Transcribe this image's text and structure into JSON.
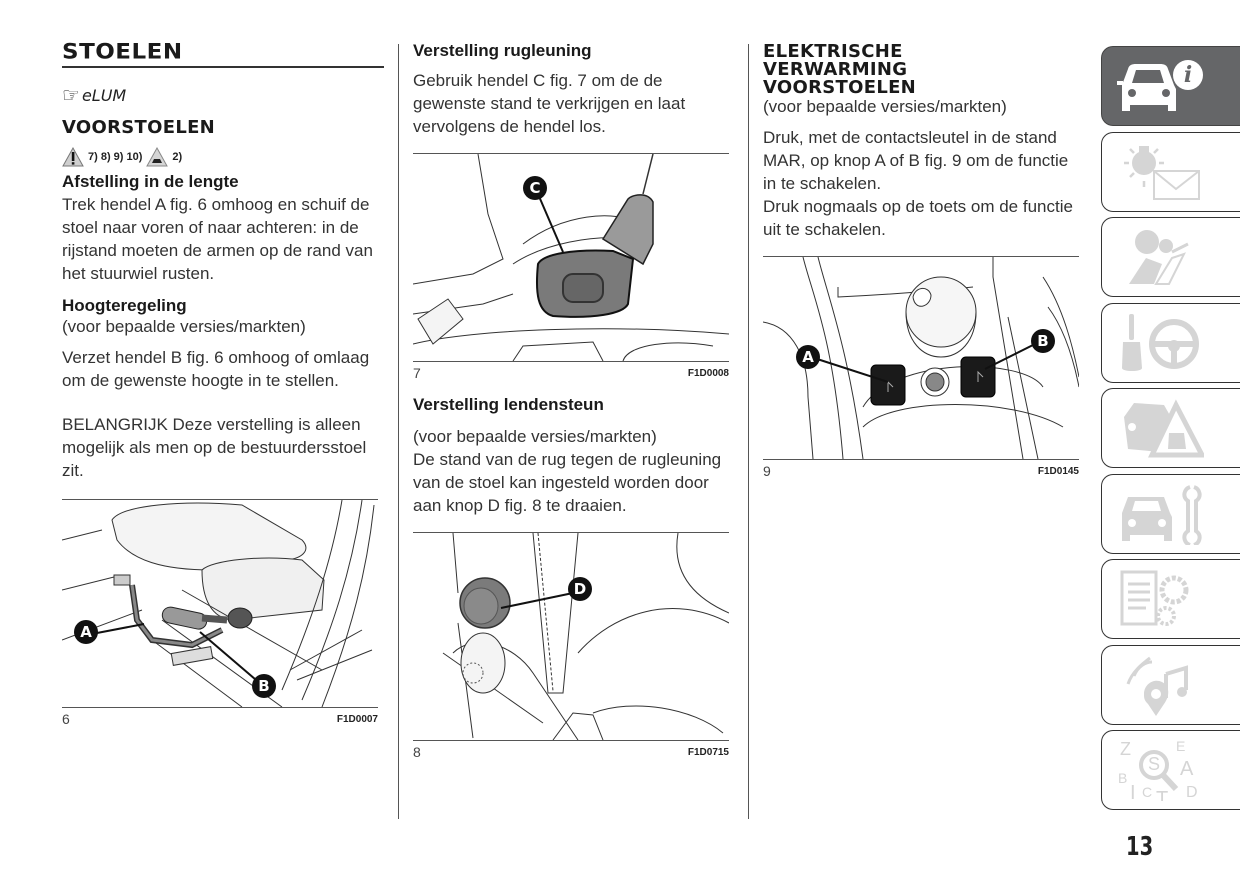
{
  "page_number": "13",
  "column1": {
    "title": "STOELEN",
    "note_glyph": "☞eLUM",
    "section_title": "VOORSTOELEN",
    "warnings": {
      "warning_refs": "7) 8) 9) 10)",
      "caution_refs": "2)"
    },
    "length": {
      "heading": "Afstelling in de lengte",
      "body": "Trek hendel A fig. 6 omhoog en schuif de stoel naar voren of naar achteren: in de rijstand moeten de armen op de rand van het stuurwiel rusten."
    },
    "height": {
      "heading": "Hoogteregeling",
      "subtitle": "(voor bepaalde versies/markten)",
      "body": "Verzet hendel B fig. 6 omhoog of omlaag om de gewenste hoogte in te stellen.",
      "important": "BELANGRIJK Deze verstelling is alleen mogelijk als men op de bestuurdersstoel zit."
    },
    "figure": {
      "number": "6",
      "code": "F1D0007",
      "callouts": [
        "A",
        "B"
      ]
    }
  },
  "column2": {
    "backrest": {
      "heading": "Verstelling rugleuning",
      "body": "Gebruik hendel C fig. 7 om de de gewenste stand te verkrijgen en laat vervolgens de hendel los."
    },
    "figure7": {
      "number": "7",
      "code": "F1D0008",
      "callouts": [
        "C"
      ]
    },
    "lumbar": {
      "heading": "Verstelling lendensteun",
      "subtitle": "(voor bepaalde versies/markten)",
      "body": "De stand van de rug tegen de rugleuning van de stoel kan ingesteld worden door aan knop D fig. 8 te draaien."
    },
    "figure8": {
      "number": "8",
      "code": "F1D0715",
      "callouts": [
        "D"
      ]
    }
  },
  "column3": {
    "title_line1": "ELEKTRISCHE",
    "title_line2": "VERWARMING",
    "title_line3": "VOORSTOELEN",
    "subtitle": "(voor bepaalde versies/markten)",
    "body1": "Druk, met de contactsleutel in de stand MAR, op knop A of B fig. 9 om de functie in te schakelen.",
    "body2": "Druk nogmaals op de toets om de functie uit te schakelen.",
    "figure9": {
      "number": "9",
      "code": "F1D0145",
      "callouts": [
        "A",
        "B"
      ]
    }
  },
  "chapter_tabs": [
    {
      "icon": "car-info-icon",
      "active": true
    },
    {
      "icon": "lights-message-icon",
      "active": false
    },
    {
      "icon": "airbag-seatbelt-icon",
      "active": false
    },
    {
      "icon": "key-steering-wheel-icon",
      "active": false
    },
    {
      "icon": "car-warning-triangle-icon",
      "active": false
    },
    {
      "icon": "car-wrench-icon",
      "active": false
    },
    {
      "icon": "list-gears-icon",
      "active": false
    },
    {
      "icon": "multimedia-music-icon",
      "active": false
    },
    {
      "icon": "index-search-icon",
      "active": false
    }
  ],
  "index_tab_letters": [
    "Z",
    "E",
    "S",
    "A",
    "B",
    "D",
    "I",
    "C",
    "T"
  ],
  "colors": {
    "active_tab": "#656668",
    "inactive_icon": "#d5d5d5",
    "text": "#333333"
  }
}
